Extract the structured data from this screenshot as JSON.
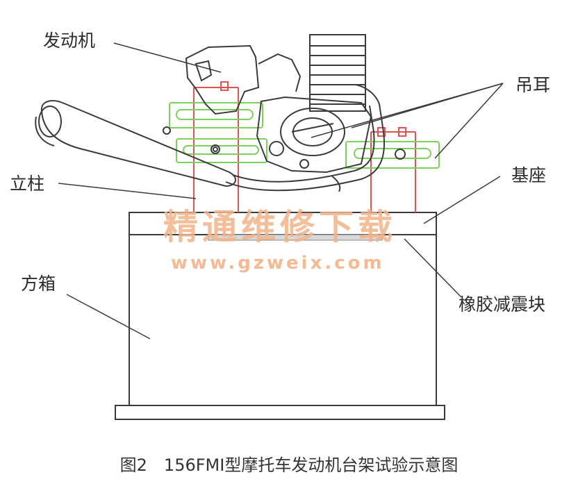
{
  "labels": {
    "engine": "发动机",
    "lifting_lug": "吊耳",
    "column": "立柱",
    "base": "基座",
    "box": "方箱",
    "rubber_block": "橡胶减震块"
  },
  "watermark": {
    "text": "精通维修下载",
    "url": "www.gzweix.com"
  },
  "caption": "图2　156FMI型摩托车发动机台架试验示意图",
  "colors": {
    "line": "#3a3a3a",
    "green_bracket": "#7ccf5a",
    "red_column": "#e0524f",
    "watermark": "#f2b388"
  }
}
